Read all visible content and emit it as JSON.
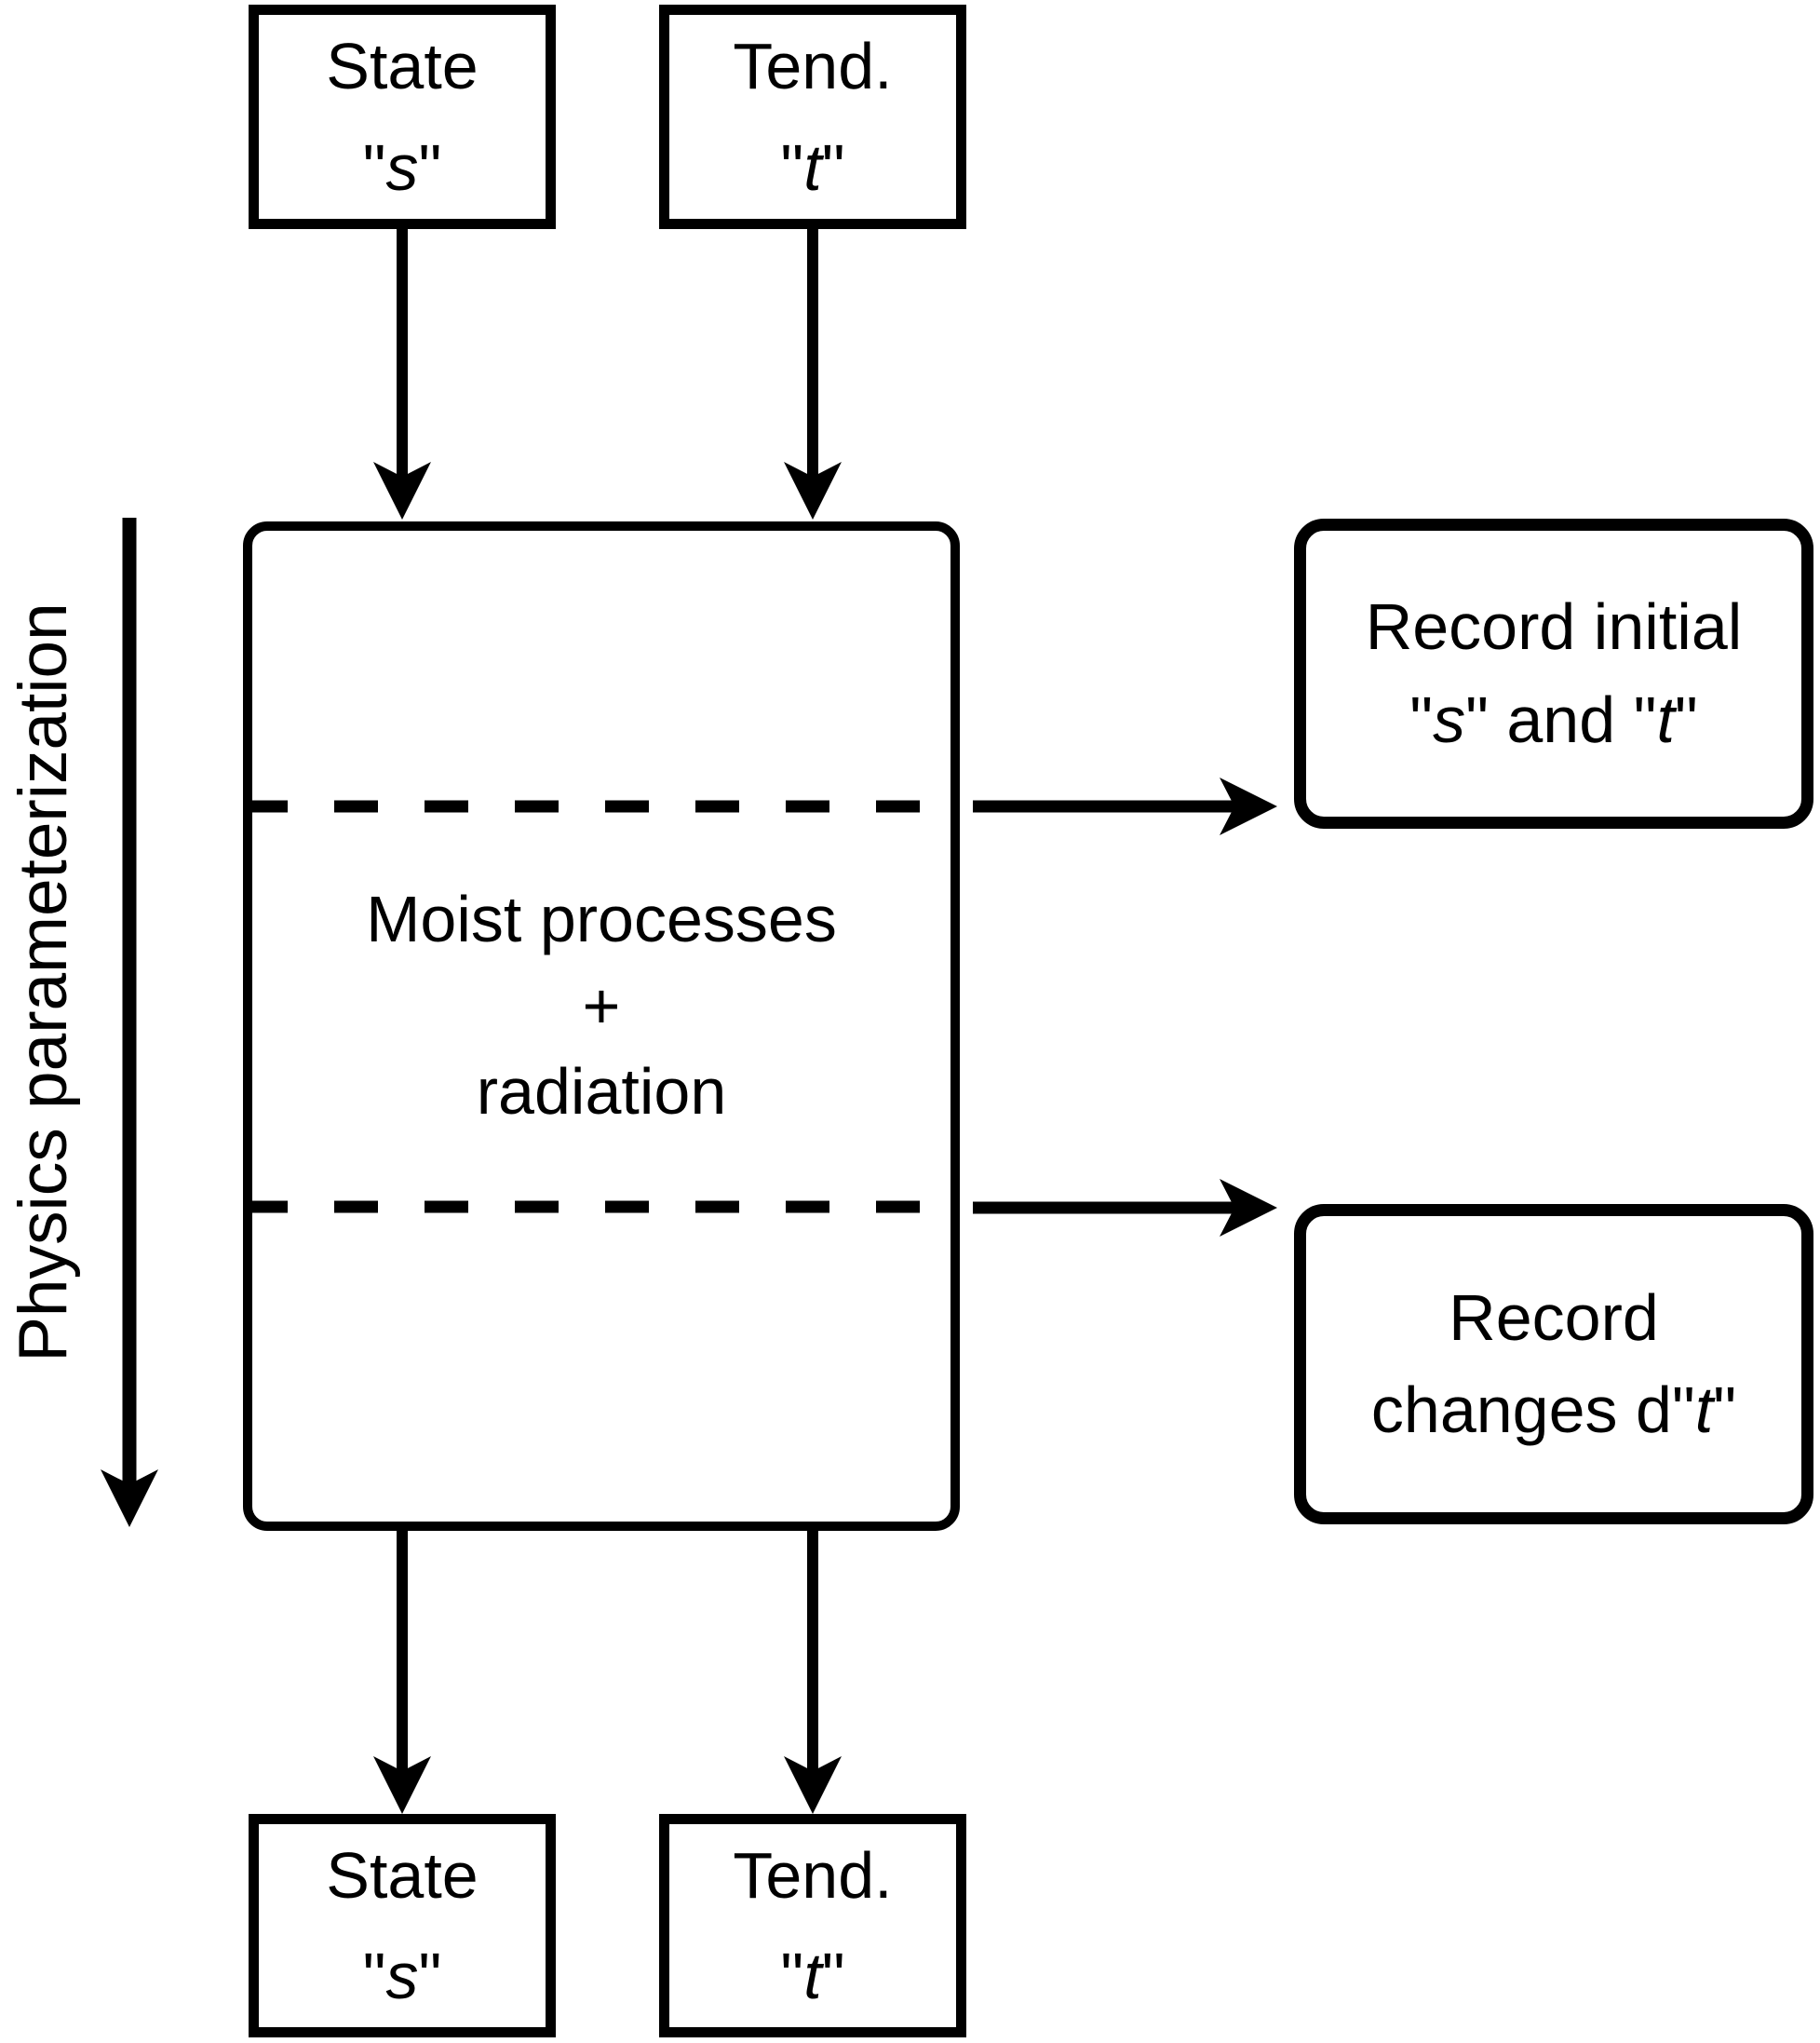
{
  "canvas": {
    "background_color": "#ffffff",
    "ink_color": "#000000"
  },
  "side_label": {
    "text": "Physics parameterization"
  },
  "nodes": {
    "state_top": {
      "title": "State",
      "quote_open": "\"",
      "variable": "s",
      "quote_close": "\""
    },
    "tend_top": {
      "title": "Tend.",
      "quote_open": "\"",
      "variable": "t",
      "quote_close": "\""
    },
    "process": {
      "line1": "Moist processes",
      "line2": "+",
      "line3": "radiation"
    },
    "record_initial": {
      "line1": "Record initial",
      "quote_open": "\"",
      "variable1": "s",
      "middle": "\" and \"",
      "variable2": "t",
      "quote_close": "\""
    },
    "record_changes": {
      "line1": "Record",
      "line2_prefix": "changes d\"",
      "variable": "t",
      "quote_close": "\""
    },
    "state_bottom": {
      "title": "State",
      "quote_open": "\"",
      "variable": "s",
      "quote_close": "\""
    },
    "tend_bottom": {
      "title": "Tend.",
      "quote_open": "\"",
      "variable": "t",
      "quote_close": "\""
    }
  }
}
